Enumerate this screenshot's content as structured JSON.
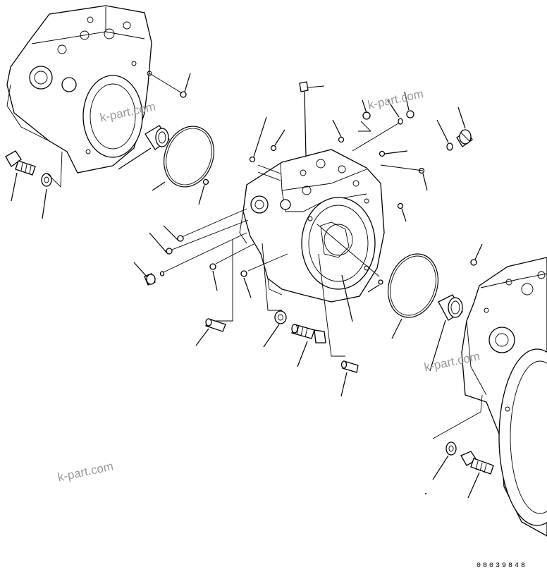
{
  "watermarks": [
    "k-part.com",
    "k-part.com",
    "k-part.com",
    "k-part.com"
  ],
  "document_number": "00039848"
}
